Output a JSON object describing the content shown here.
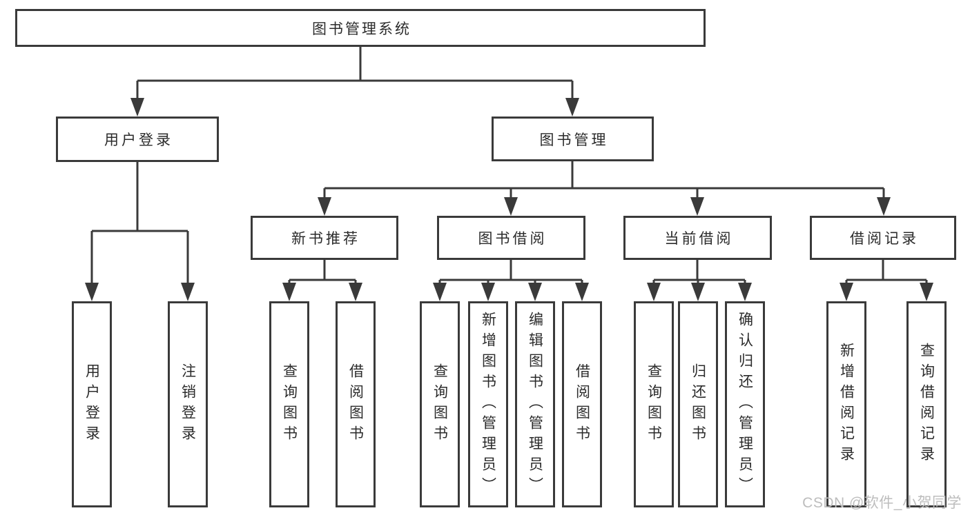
{
  "tree": {
    "root": {
      "label": "图书管理系统"
    },
    "branches": [
      {
        "label": "用户登录",
        "children": [
          {
            "label": "用户登录"
          },
          {
            "label": "注销登录"
          }
        ]
      },
      {
        "label": "图书管理",
        "children": [
          {
            "label": "新书推荐",
            "children": [
              {
                "label": "查询图书"
              },
              {
                "label": "借阅图书"
              }
            ]
          },
          {
            "label": "图书借阅",
            "children": [
              {
                "label": "查询图书"
              },
              {
                "label": "新增图书（管理员）"
              },
              {
                "label": "编辑图书（管理员）"
              },
              {
                "label": "借阅图书"
              }
            ]
          },
          {
            "label": "当前借阅",
            "children": [
              {
                "label": "查询图书"
              },
              {
                "label": "归还图书"
              },
              {
                "label": "确认归还（管理员）"
              }
            ]
          },
          {
            "label": "借阅记录",
            "children": [
              {
                "label": "新增借阅记录"
              },
              {
                "label": "查询借阅记录"
              }
            ]
          }
        ]
      }
    ]
  },
  "watermark": {
    "text": "CSDN @软件_小贺同学"
  },
  "colors": {
    "line": "#3a3a3a",
    "box_border": "#3a3a3a",
    "text": "#2b2b2b",
    "watermark": "#bdbdbd",
    "background": "#ffffff"
  }
}
